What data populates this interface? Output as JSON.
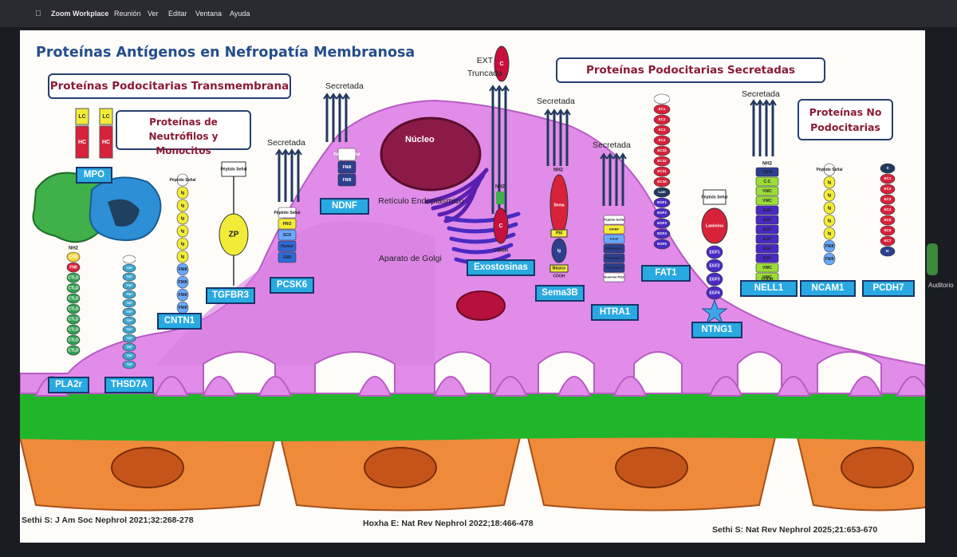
{
  "menubar": {
    "apple": "",
    "app": "Zoom Workplace",
    "items": [
      "Reunión",
      "Ver",
      "Editar",
      "Ventana",
      "Ayuda"
    ]
  },
  "side_panel": {
    "label": "Auditorio"
  },
  "slide": {
    "title": "Proteínas Antígenos en Nefropatía Membranosa",
    "sections": {
      "transmembrane": "Proteínas Podocitarias Transmembrana",
      "neutrophils": "Proteínas de Neutrófilos y Monocitos",
      "secreted": "Proteínas Podocitarias Secretadas",
      "non_podocyte": "Proteínas No Podocitarias"
    },
    "ext_label": "EXT Truncada",
    "secretada": "Secretada",
    "organelles": {
      "nucleus": "Núcleo",
      "er": "Retículo Endoplásmico",
      "golgi": "Aparato de Golgi"
    },
    "proteins": [
      "MPO",
      "PLA2r",
      "THSD7A",
      "CNTN1",
      "TGFBR3",
      "PCSK6",
      "NDNF",
      "Exostosinas",
      "Sema3B",
      "HTRA1",
      "FAT1",
      "NTNG1",
      "NELL1",
      "NCAM1",
      "PCDH7"
    ],
    "domains": {
      "lc": "LC",
      "hc": "HC",
      "zp": "ZP",
      "nh2": "NH2",
      "cooh": "COOH",
      "c": "C",
      "pla2r": [
        "CRD",
        "FNII",
        "CTLD",
        "CTLD",
        "CTLD",
        "CTLD",
        "CTLD",
        "CTLD",
        "CTLD",
        "CTLD"
      ],
      "thsd7a_header": "Péptido Señal",
      "thsd7a_rep": "TSP",
      "cntn1": [
        "Péptido Señal",
        "Ig",
        "Ig",
        "Ig",
        "Ig",
        "Ig",
        "Ig",
        "FNIII",
        "FNIII",
        "FNIII",
        "FNIII"
      ],
      "tgfbr3": "Péptido Señal",
      "pcsk6": [
        "Péptido Señal",
        "PRO",
        "SCD",
        "Homol",
        "CRR"
      ],
      "ndnf": [
        "Péptido Señal",
        "FNIII",
        "FNIII"
      ],
      "sema3b": [
        "Sema",
        "PSI",
        "Ig",
        "Básico"
      ],
      "htra1": [
        "Péptido Señal",
        "IGFBP",
        "Kazal",
        "Proteasa 1",
        "Proteasa 2",
        "Proteasa 3",
        "Dominio PDZ"
      ],
      "fat1": [
        "Péptido Señal",
        "EC1",
        "EC2",
        "EC3",
        "EC4",
        "EC33",
        "EC32",
        "EC31",
        "EC34",
        "Lam",
        "EGF1",
        "EGF2",
        "EGF3",
        "EGF4",
        "EGF5"
      ],
      "ntng1": [
        "Péptido Señal",
        "Laminina",
        "EGF1",
        "EGF2",
        "EGF3",
        "EGF4"
      ],
      "nell1": [
        "TSPN",
        "C-C",
        "VWC",
        "VWC",
        "EGF",
        "EGF",
        "EGF",
        "EGF",
        "EGF",
        "EGF",
        "VWC",
        "VWC"
      ],
      "ncam1": [
        "Péptido Señal",
        "Ig",
        "Ig",
        "Ig",
        "Ig",
        "Ig",
        "FNIII",
        "FNIII"
      ],
      "pcdh7": [
        "S",
        "EC1",
        "EC2",
        "EC3",
        "EC4",
        "EC5",
        "EC6",
        "EC7",
        "IC"
      ]
    },
    "citations": [
      "Sethi S: J Am Soc Nephrol 2021;32:268-278",
      "Hoxha E: Nat Rev Nephrol 2022;18:466-478",
      "Sethi S: Nat Rev Nephrol 2025;21:653-670"
    ]
  },
  "colors": {
    "cell": "#e08ce8",
    "cell_dark": "#b85bc4",
    "gbm": "#21b52b",
    "endothelium": "#ee8a3a",
    "label_fill": "#29a9e1",
    "title": "#264e8c",
    "section_text": "#8b1a37",
    "nucleus": "#8c1a47",
    "receptor": "#22395f"
  }
}
